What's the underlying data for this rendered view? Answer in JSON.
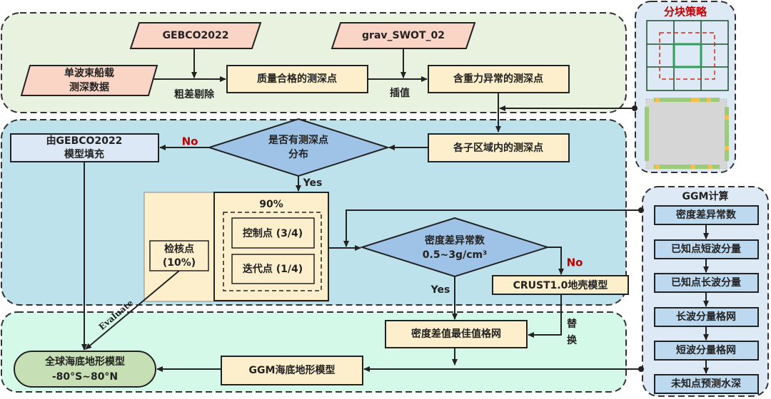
{
  "colors": {
    "top_panel": "#e9f1df",
    "mid_panel": "#bde2eb",
    "bottom_panel": "#d5f9e8",
    "side_panel": "#dde9f5",
    "input": "#fad4c4",
    "process": "#fdefcc",
    "decision": "#9ec3e6",
    "fill_box": "#dce8f5",
    "result": "#c6dfb4",
    "ggm_box": "#bcd9f0",
    "no_label": "#c00000"
  },
  "inputs": {
    "gebco": "GEBCO2022",
    "grav": "grav_SWOT_02",
    "ship_line1": "单波束船载",
    "ship_line2": "测深数据"
  },
  "top": {
    "qualified": "质量合格的测深点",
    "with_gravity": "含重力异常的测深点",
    "outlier_removal": "粗差剔除",
    "interpolate": "插值"
  },
  "middle": {
    "subregion": "各子区域内的测深点",
    "decision1_line1": "是否有测深点",
    "decision1_line2": "分布",
    "no1": "No",
    "yes1": "Yes",
    "gebco_fill_line1": "由GEBCO2022",
    "gebco_fill_line2": "模型填充",
    "percent90": "90%",
    "check_line1": "检核点",
    "check_line2": "(10%)",
    "control": "控制点 (3/4)",
    "iterate": "迭代点 (1/4)",
    "decision2_line1": "密度差异常数",
    "decision2_line2": "0.5~3g/cm³",
    "no2": "No",
    "yes2": "Yes",
    "crust": "CRUST1.0地壳模型"
  },
  "bottom": {
    "best_grid": "密度差值最佳值格网",
    "replace1": "替",
    "replace2": "换",
    "ggm_model": "GGM海底地形模型",
    "global_line1": "全球海底地形模型",
    "global_line2": "-80°S~80°N",
    "evaluate": "Evaluate"
  },
  "tiling": {
    "title": "分块策略"
  },
  "ggm": {
    "title": "GGM计算",
    "steps": [
      "密度差异常数",
      "已知点短波分量",
      "已知点长波分量",
      "长波分量格网",
      "短波分量格网",
      "未知点预测水深"
    ]
  }
}
